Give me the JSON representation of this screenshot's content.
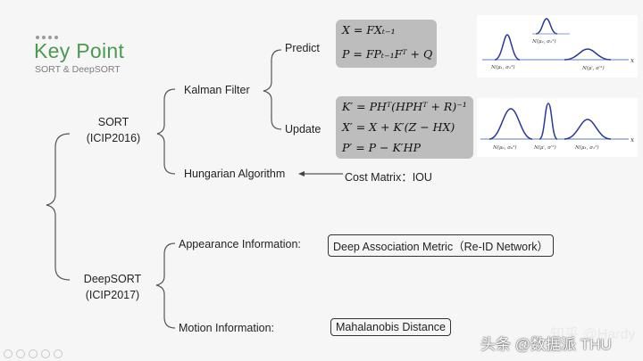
{
  "header": {
    "title": "Key Point",
    "subtitle": "SORT & DeepSORT"
  },
  "tree": {
    "sort_label": "SORT",
    "sort_venue": "(ICIP2016)",
    "deepsort_label": "DeepSORT",
    "deepsort_venue": "(ICIP2017)",
    "kalman": "Kalman Filter",
    "predict": "Predict",
    "update": "Update",
    "hungarian": "Hungarian Algorithm",
    "cost_matrix": "Cost Matrix：IOU",
    "appearance": "Appearance Information:",
    "appearance_detail": "Deep Association Metric（Re-ID Network）",
    "motion": "Motion Information:",
    "motion_detail": "Mahalanobis Distance"
  },
  "formulas": {
    "predict": [
      "X = FXₜ₋₁",
      "P = FPₜ₋₁Fᵀ + Q"
    ],
    "update": [
      "K′ = PHᵀ(HPHᵀ + R)⁻¹",
      "X′ = X + K′(Z − HX)",
      "P′ = P − K′HP"
    ]
  },
  "plots": {
    "top_labels": [
      "N(μ₁, σ₁²)",
      "N(μ₂, σ₂²)",
      "N(μ′, σ′²)"
    ],
    "bottom_labels": [
      "N(μ₀, σ₀²)",
      "N(μ′, σ′²)",
      "N(μ₁, σ₁²)"
    ],
    "axis_x_label": "x",
    "curve_color": "#2a3a9a"
  },
  "watermark": {
    "left": "头条 @数据派 THU",
    "faint": "知乎 @Hardy"
  }
}
